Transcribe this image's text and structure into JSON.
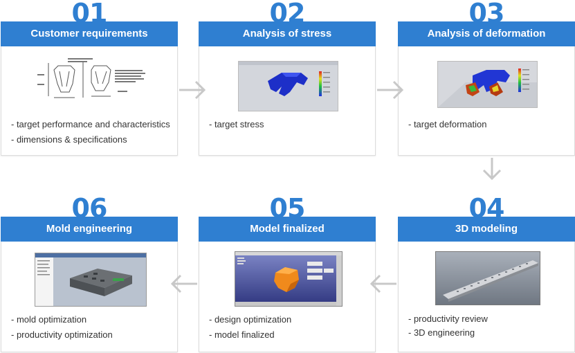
{
  "steps": [
    {
      "number": "01",
      "title": "Customer requirements",
      "bullets": [
        "- target performance and characteristics",
        "- dimensions & specifications"
      ]
    },
    {
      "number": "02",
      "title": "Analysis of stress",
      "bullets": [
        "- target stress"
      ]
    },
    {
      "number": "03",
      "title": "Analysis of deformation",
      "bullets": [
        "- target deformation"
      ]
    },
    {
      "number": "04",
      "title": "3D modeling",
      "bullets": [
        "- productivity review",
        "- 3D engineering"
      ]
    },
    {
      "number": "05",
      "title": "Model finalized",
      "bullets": [
        "- design optimization",
        "- model finalized"
      ]
    },
    {
      "number": "06",
      "title": "Mold engineering",
      "bullets": [
        "- mold optimization",
        "- productivity optimization"
      ]
    }
  ],
  "colors": {
    "accent": "#2f7fd1",
    "arrow": "#c8c8c8"
  },
  "icons": [
    "arrow-right-icon",
    "arrow-down-icon",
    "arrow-left-icon"
  ]
}
